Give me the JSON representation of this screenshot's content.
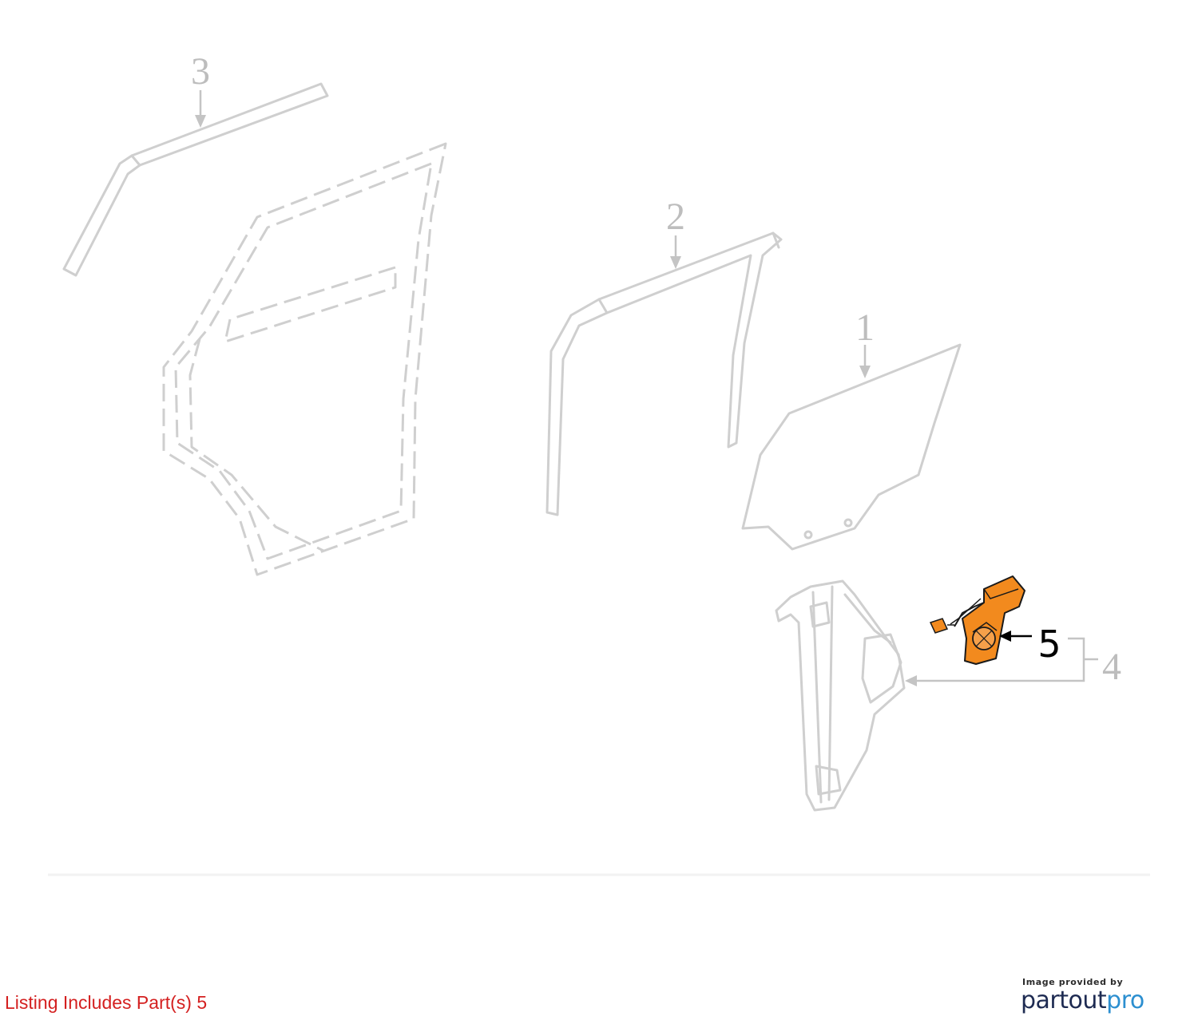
{
  "diagram": {
    "callouts": [
      "1",
      "2",
      "3",
      "4"
    ],
    "highlighted_part": "5"
  },
  "footer": {
    "listing_note": "Listing Includes Part(s) 5"
  },
  "brand": {
    "caption": "Image provided by",
    "logo_part1": "partout",
    "logo_part2": "pro"
  },
  "colors": {
    "highlight": "#f28a1e",
    "ghost_lines": "#cfcfcf",
    "note_text": "#d42020",
    "logo_dark": "#1e2b52",
    "logo_accent": "#2c8fd0"
  }
}
